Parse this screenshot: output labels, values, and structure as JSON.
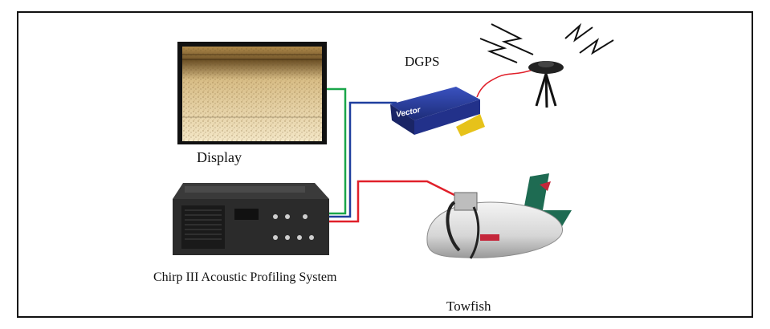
{
  "labels": {
    "display": "Display",
    "dgps": "DGPS",
    "chirp": "Chirp III Acoustic Profiling System",
    "towfish": "Towfish"
  },
  "branding": {
    "dgps_brand": "Vector"
  },
  "colors": {
    "cable_green": "#1aa64a",
    "cable_blue": "#1f3f9e",
    "cable_red": "#e0202a",
    "dgps_body": "#2a3fa0",
    "dgps_bracket": "#e6c21a",
    "towfish_fin": "#1e6b52",
    "console_body": "#2b2b2b"
  },
  "icons": {
    "antenna": "gps-antenna-tripod-icon",
    "signal": "lightning-signal-icon"
  }
}
